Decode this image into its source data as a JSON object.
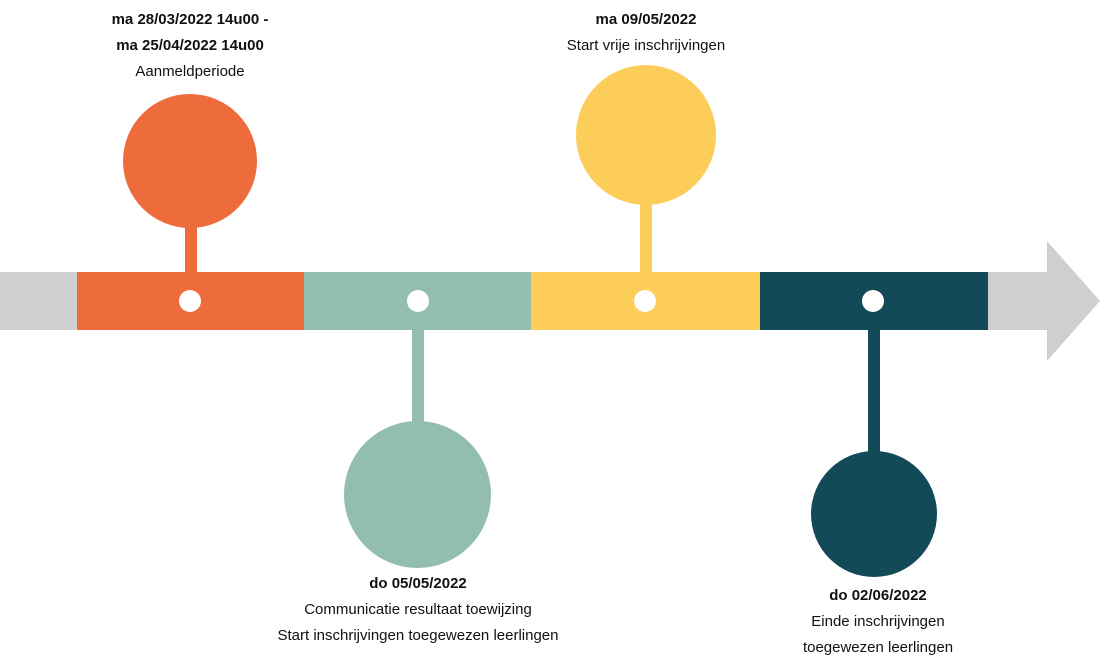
{
  "colors": {
    "arrow": "#cfcfcf",
    "milestone_1": "#ee6b3b",
    "milestone_2": "#93bdb0",
    "milestone_3": "#fdcd5a",
    "milestone_4": "#134a57",
    "marker": "#ffffff"
  },
  "milestones": [
    {
      "date_lines": [
        "ma 28/03/2022 14u00 -",
        "ma 25/04/2022 14u00"
      ],
      "description_lines": [
        "Aanmeldperiode"
      ],
      "position": "above"
    },
    {
      "date_lines": [
        "do 05/05/2022"
      ],
      "description_lines": [
        "Communicatie resultaat toewijzing",
        "Start inschrijvingen toegewezen leerlingen"
      ],
      "position": "below"
    },
    {
      "date_lines": [
        "ma 09/05/2022"
      ],
      "description_lines": [
        "Start vrije inschrijvingen"
      ],
      "position": "above"
    },
    {
      "date_lines": [
        "do 02/06/2022"
      ],
      "description_lines": [
        "Einde inschrijvingen",
        "toegewezen leerlingen"
      ],
      "position": "below"
    }
  ]
}
